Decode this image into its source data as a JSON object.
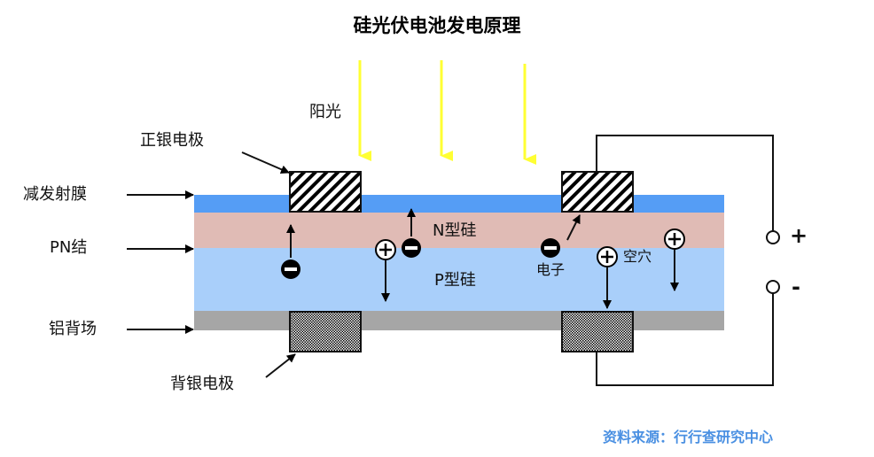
{
  "title": "硅光伏电池发电原理",
  "labels": {
    "sunlight": "阳光",
    "front_electrode": "正银电极",
    "antireflection": "减发射膜",
    "pn_junction": "PN结",
    "n_silicon": "N型硅",
    "p_silicon": "P型硅",
    "electron": "电子",
    "hole": "空穴",
    "aluminum_bsf": "铝背场",
    "back_electrode": "背银电极",
    "terminal_positive": "+",
    "terminal_negative": "-"
  },
  "source": "资料来源：行行查研究中心",
  "colors": {
    "antireflection": "#559df5",
    "n_layer": "#e0bbb5",
    "p_layer": "#a9cffa",
    "aluminum": "#a6a6a6",
    "sunlight": "#ffff33",
    "source_text": "#4a90e2"
  }
}
